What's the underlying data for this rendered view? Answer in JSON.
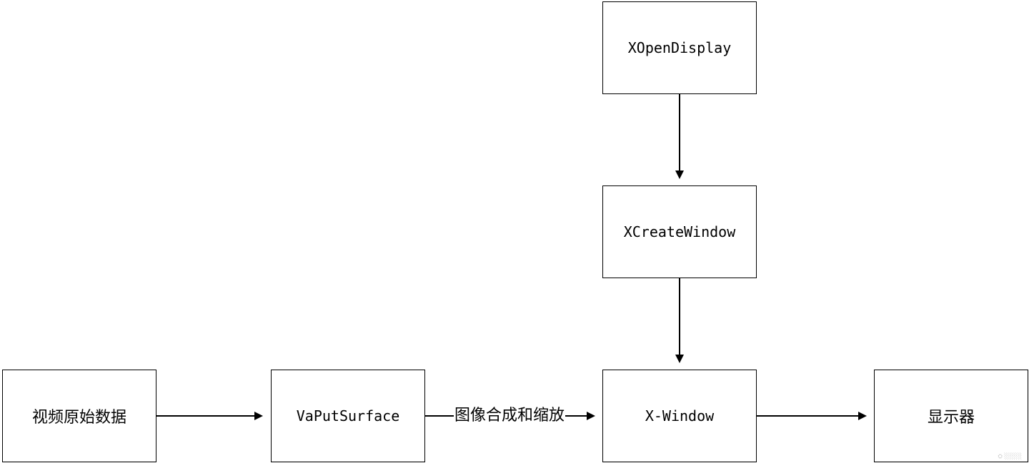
{
  "diagram": {
    "nodes": {
      "raw_video": {
        "label": "视频原始数据"
      },
      "vaputsurface": {
        "label": "VaPutSurface"
      },
      "xopendisplay": {
        "label": "XOpenDisplay"
      },
      "xcreatewindow": {
        "label": "XCreateWindow"
      },
      "xwindow": {
        "label": "X-Window"
      },
      "display": {
        "label": "显示器"
      }
    },
    "edges": [
      {
        "from": "raw_video",
        "to": "vaputsurface",
        "label": ""
      },
      {
        "from": "vaputsurface",
        "to": "xwindow",
        "label": "图像合成和缩放"
      },
      {
        "from": "xopendisplay",
        "to": "xcreatewindow",
        "label": ""
      },
      {
        "from": "xcreatewindow",
        "to": "xwindow",
        "label": ""
      },
      {
        "from": "xwindow",
        "to": "display",
        "label": ""
      }
    ],
    "colors": {
      "stroke": "#000000",
      "background": "#ffffff"
    }
  }
}
